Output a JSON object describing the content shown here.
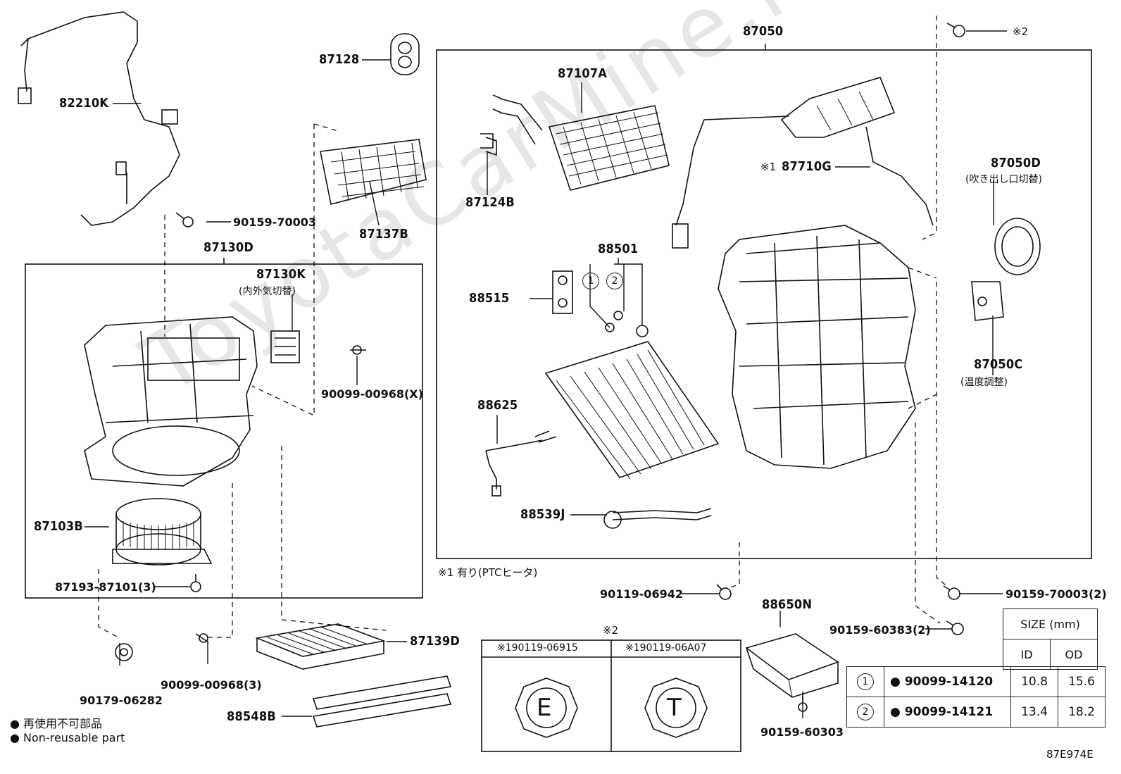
{
  "watermark": "ToyotaCarMine.ru",
  "parts": {
    "p82210K": "82210K",
    "p87128": "87128",
    "p87050": "87050",
    "p87107A": "87107A",
    "p87124B": "87124B",
    "p87137B": "87137B",
    "p90159_70003": "90159-70003",
    "p87130D": "87130D",
    "p87130K": "87130K",
    "p87130K_sub": "(内外気切替)",
    "p90099_00968X": "90099-00968(X)",
    "p87103B": "87103B",
    "p87193": "87193-87101(3)",
    "p88501": "88501",
    "p88515": "88515",
    "p88625": "88625",
    "p88539J": "88539J",
    "p87710G": "87710G",
    "p87710G_mark": "※1",
    "p87050D": "87050D",
    "p87050D_sub": "(吹き出し口切替)",
    "p87050C": "87050C",
    "p87050C_sub": "(温度調整)",
    "mark2_top": "※2",
    "p90119_06942": "90119-06942",
    "p88650N": "88650N",
    "p90159_70003_2": "90159-70003(2)",
    "p90159_60383_2": "90159-60383(2)",
    "p87139D": "87139D",
    "p88548B": "88548B",
    "p90099_00968_3": "90099-00968(3)",
    "p90179_06282": "90179-06282",
    "p90159_60303": "90159-60303",
    "circle1": "1",
    "circle2": "2"
  },
  "notes": {
    "ptc": "※1 有り(PTCヒータ)",
    "nonreuse_jp": "● 再使用不可部品",
    "nonreuse_en": "● Non-reusable part",
    "code": "87E974E"
  },
  "bolt_table": {
    "mark": "※2",
    "col1": "※190119-06915",
    "col2": "※190119-06A07",
    "letter1": "E",
    "letter2": "T"
  },
  "size_table": {
    "header": "SIZE (mm)",
    "col_id": "ID",
    "col_od": "OD",
    "rows": [
      {
        "num": "1",
        "part": "● 90099-14120",
        "id": "10.8",
        "od": "15.6"
      },
      {
        "num": "2",
        "part": "● 90099-14121",
        "id": "13.4",
        "od": "18.2"
      }
    ]
  }
}
